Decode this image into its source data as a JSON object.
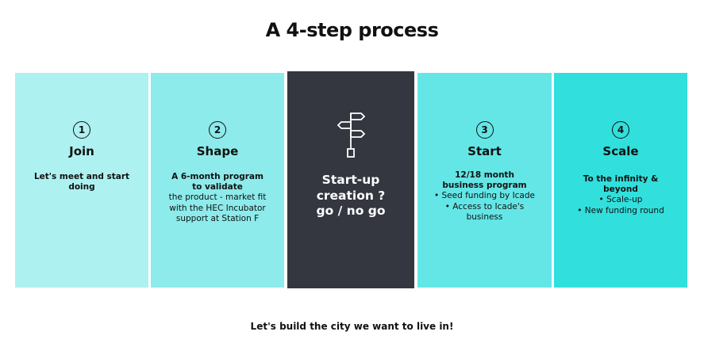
{
  "title": "A 4-step process",
  "colors": {
    "step1": "#adf1f1",
    "step2": "#8debeb",
    "decision": "#343640",
    "step3": "#64e6e6",
    "step4": "#31dfdc"
  },
  "steps": [
    {
      "number": "1",
      "name": "Join",
      "bold_lines": [
        "Let's meet and start doing"
      ],
      "lines": []
    },
    {
      "number": "2",
      "name": "Shape",
      "bold_lines": [
        "A 6-month program to validate"
      ],
      "lines": [
        "the product - market fit with the HEC Incubator support at Station F"
      ]
    },
    {
      "number": "3",
      "name": "Start",
      "bold_lines": [
        "12/18 month business program"
      ],
      "lines": [
        "• Seed funding by Icade",
        "• Access to Icade's business"
      ]
    },
    {
      "number": "4",
      "name": "Scale",
      "bold_lines": [
        "To the infinity & beyond"
      ],
      "lines": [
        "• Scale-up",
        "• New funding round"
      ]
    }
  ],
  "decision": {
    "icon": "signpost-icon",
    "text_line1": "Start-up",
    "text_line2": "creation ?",
    "text_line3": "go / no go"
  },
  "footer": "Let's build the city we want to live in!"
}
